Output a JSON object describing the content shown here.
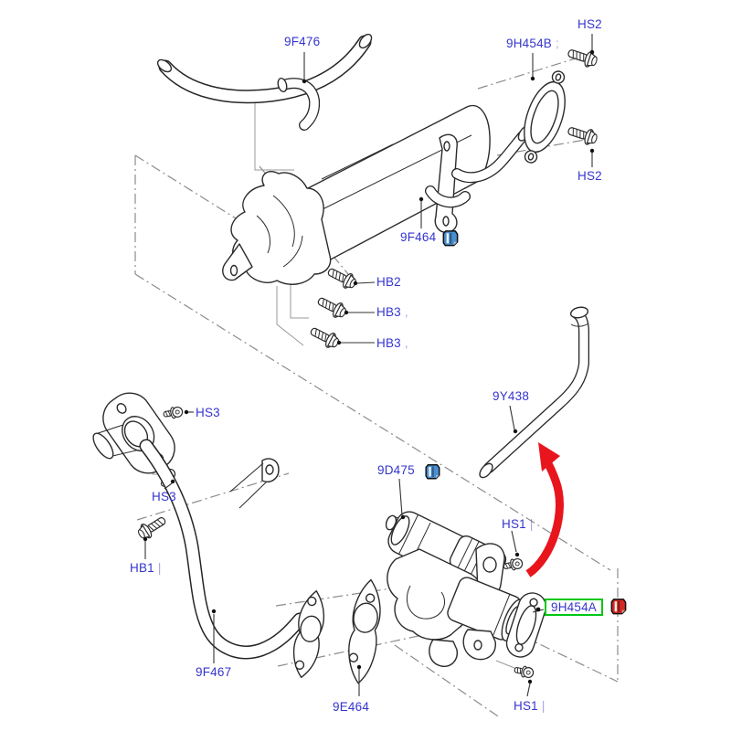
{
  "diagram": {
    "type": "exploded-parts-diagram",
    "subject": "EGR cooler and EGR valve assembly",
    "colors": {
      "label": "#3535cd",
      "highlight_box": "#00c814",
      "arrow": "#e8151d",
      "clip_blue": "#4a8fd2",
      "clip_red": "#d42a22",
      "line": "#2b2b2b",
      "guide": "#8c8c8c",
      "background": "#ffffff"
    },
    "callouts": {
      "hose_upper": {
        "part": "9F476"
      },
      "hs2_top": {
        "part": "HS2"
      },
      "gasket_upper": {
        "part": "9H454B",
        "suffix": ";"
      },
      "hs2_bottom": {
        "part": "HS2"
      },
      "egr_cooler": {
        "part": "9F464"
      },
      "hb2": {
        "part": "HB2"
      },
      "hb3_a": {
        "part": "HB3",
        "suffix": ","
      },
      "hb3_b": {
        "part": "HB3",
        "suffix": ","
      },
      "hs3_a": {
        "part": "HS3"
      },
      "hs3_b": {
        "part": "HS3"
      },
      "hb1": {
        "part": "HB1",
        "suffix": "|"
      },
      "egr_pipe": {
        "part": "9F467"
      },
      "egr_valve": {
        "part": "9D475"
      },
      "hose_vent": {
        "part": "9Y438"
      },
      "hs1_right": {
        "part": "HS1",
        "suffix": "|"
      },
      "gasket_outlet": {
        "part": "9H454A",
        "highlighted": true
      },
      "gasket_inlet": {
        "part": "9E464"
      },
      "hs1_bottom": {
        "part": "HS1",
        "suffix": "|"
      }
    },
    "icons": {
      "clip_9F464": {
        "name": "attachment-clip-icon",
        "color": "#4a8fd2"
      },
      "clip_9D475": {
        "name": "attachment-clip-icon",
        "color": "#4a8fd2"
      },
      "clip_9H454A": {
        "name": "attachment-clip-icon",
        "color": "#d42a22"
      }
    }
  }
}
